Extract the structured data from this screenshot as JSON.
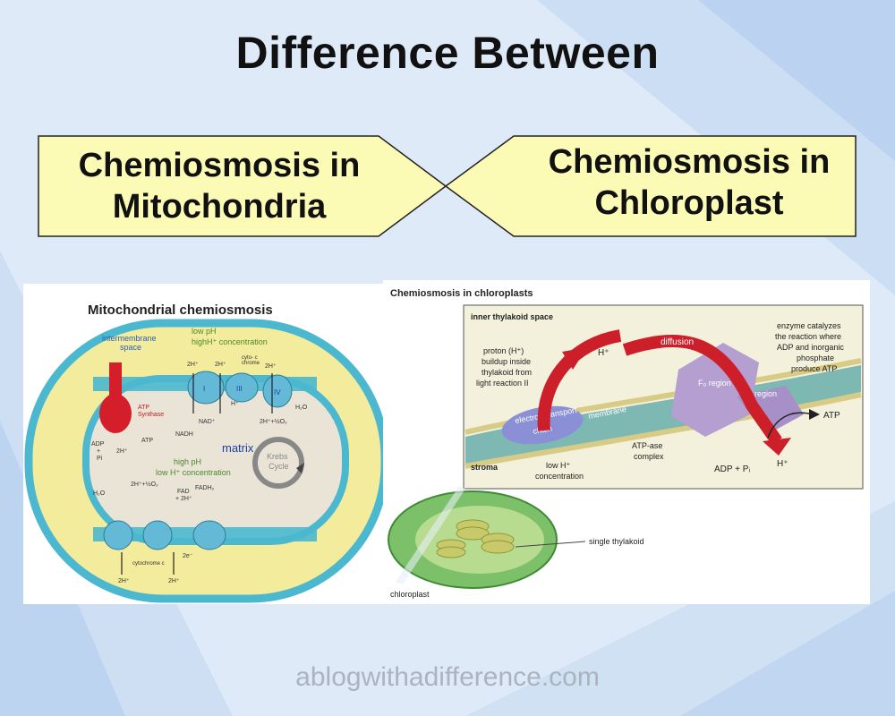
{
  "title": "Difference Between",
  "left_label": {
    "line1": "Chemiosmosis in",
    "line2": "Mitochondria"
  },
  "right_label": {
    "line1": "Chemiosmosis in",
    "line2": "Chloroplast"
  },
  "mito": {
    "title": "Mitochondrial chemiosmosis",
    "intermembrane": "intermembrane",
    "space": "space",
    "low_ph": "low pH",
    "high_h_conc": "highH⁺ concentration",
    "atp_synthase1": "ATP",
    "atp_synthase2": "Synthase",
    "matrix": "matrix",
    "high_ph": "high pH",
    "low_h_conc": "low H⁺ concentration",
    "krebs1": "Krebs",
    "krebs2": "Cycle",
    "nadh": "NADH",
    "nad": "NAD⁺",
    "atp": "ATP",
    "adp": "ADP",
    "plus": "+",
    "pi": "Pi",
    "two_h": "2H⁺",
    "h_plus": "H⁺",
    "h2o": "H₂O",
    "two_h_half_o2": "2H⁺+½O₂",
    "fad": "FAD",
    "fad_two_h": "+ 2H⁺",
    "fadh2": "FADH₂",
    "cyto_c": "cyto- c",
    "chrome": "chrome",
    "cytochrome_c": "cytochrome c",
    "two_e": "2e⁻",
    "roman_1": "I",
    "roman_3": "III",
    "roman_4": "IV"
  },
  "chloro": {
    "title": "Chemiosmosis in chloroplasts",
    "inner_space": "inner thylakoid space",
    "proton1": "proton (H⁺)",
    "proton2": "buildup inside",
    "proton3": "thylakoid from",
    "proton4": "light reaction II",
    "h_plus": "H⁺",
    "diffusion": "diffusion",
    "enzyme1": "enzyme catalyzes",
    "enzyme2": "the reaction where",
    "enzyme3": "ADP and inorganic",
    "enzyme4": "phosphate",
    "enzyme5": "produce ATP",
    "f0": "F₀ region",
    "f1": "F₁ region",
    "membrane": "membrane",
    "etc1": "electron transport",
    "etc2": "chain",
    "atp": "ATP",
    "stroma": "stroma",
    "low_h1": "low H⁺",
    "low_h2": "concentration",
    "atpase1": "ATP-ase",
    "atpase2": "complex",
    "adp_pi": "ADP + Pᵢ",
    "h_plus2": "H⁺",
    "single_thylakoid": "single thylakoid",
    "chloroplast": "chloroplast"
  },
  "footer": "ablogwithadifference.com",
  "colors": {
    "label_fill": "#fbfbb6",
    "bg": "#dde9f7",
    "membrane": "#4bb8cf",
    "matrix": "#e9e4d6",
    "intermembrane": "#f3ec9c",
    "arrow_red": "#cc1f2a",
    "atpase": "#b49fd0",
    "chloroplast_green": "#7cc06a"
  }
}
